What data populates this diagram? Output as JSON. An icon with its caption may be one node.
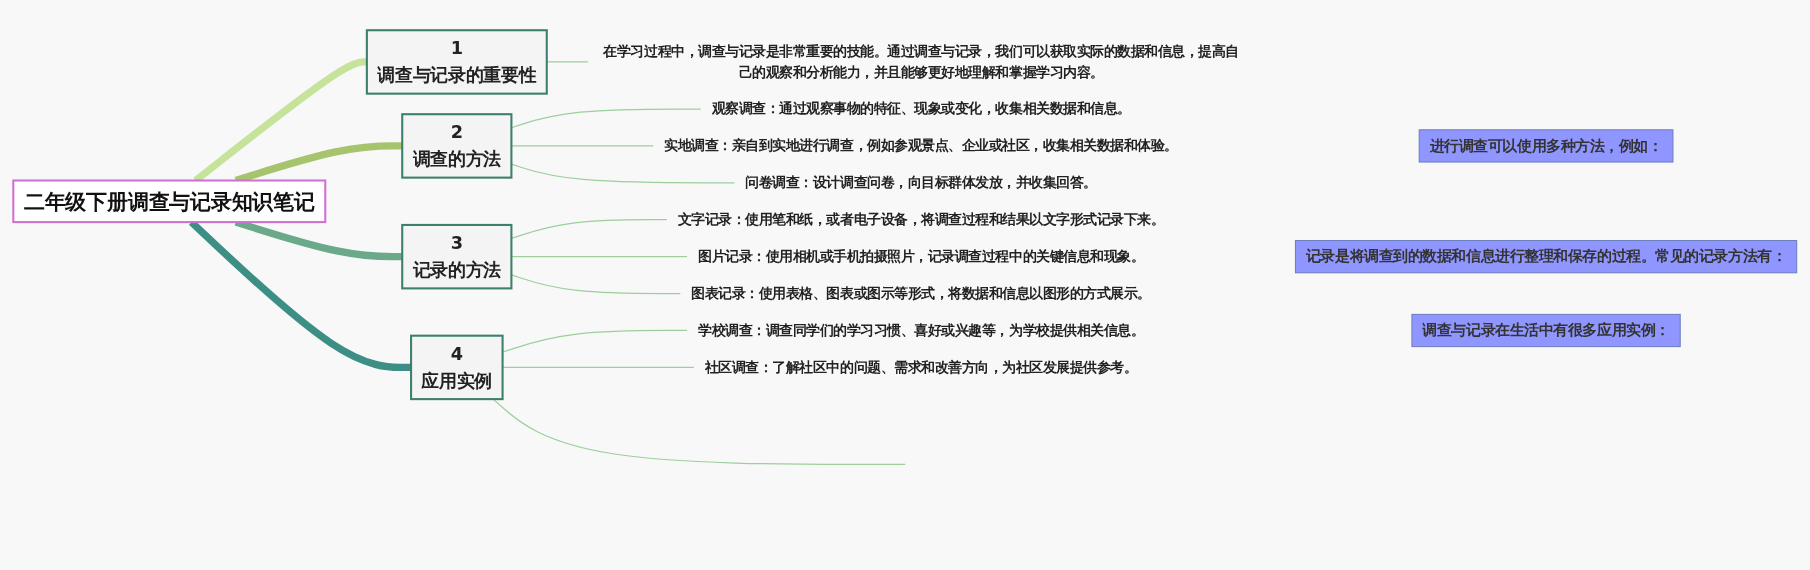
{
  "diagram": {
    "nodes": [
      {
        "text": [
          "二年级下册调查与记录知识笔记"
        ]
      },
      {
        "text": [
          "1",
          "调查与记录的重要性"
        ]
      },
      {
        "text": [
          "在学习过程中，调查与记录是非常重要的技能。通过调查与记录，我们可以获取实际的数据和信息，提高自己的观察和分析能力，并且能够更好地理解和掌握学习内容。"
        ]
      },
      {
        "text": [
          "2",
          "调查的方法"
        ]
      },
      {
        "text": [
          "观察调查：通过观察事物的特征、现象或变化，收集相关数据和信息。"
        ]
      },
      {
        "text": [
          "实地调查：亲自到实地进行调查，例如参观景点、企业或社区，收集相关数据和体验。"
        ]
      },
      {
        "text": [
          "问卷调查：设计调查问卷，向目标群体发放，并收集回答。"
        ]
      },
      {
        "text": [
          "进行调查可以使用多种方法，例如："
        ]
      },
      {
        "text": [
          "3",
          "记录的方法"
        ]
      },
      {
        "text": [
          "文字记录：使用笔和纸，或者电子设备，将调查过程和结果以文字形式记录下来。"
        ]
      },
      {
        "text": [
          "图片记录：使用相机或手机拍摄照片，记录调查过程中的关键信息和现象。"
        ]
      },
      {
        "text": [
          "图表记录：使用表格、图表或图示等形式，将数据和信息以图形的方式展示。"
        ]
      },
      {
        "text": [
          "记录是将调查到的数据和信息进行整理和保存的过程。常见的记录方法有："
        ]
      },
      {
        "text": [
          "4",
          "应用实例"
        ]
      },
      {
        "text": [
          "学校调查：调查同学们的学习习惯、喜好或兴趣等，为学校提供相关信息。"
        ]
      },
      {
        "text": [
          "社区调查：了解社区中的问题、需求和改善方向，为社区发展提供参考。"
        ]
      },
      {
        "text": [
          "调查与记录在生活中有很多应用实例："
        ]
      }
    ],
    "edges": [
      {
        "from": 0,
        "to": 1,
        "arrow": "none",
        "style": "thick",
        "color": "#c5e39a"
      },
      {
        "from": 1,
        "to": 2,
        "arrow": "none"
      },
      {
        "from": 0,
        "to": 3,
        "arrow": "none",
        "style": "thick",
        "color": "#a6c46e"
      },
      {
        "from": 3,
        "to": 4,
        "arrow": "none"
      },
      {
        "from": 3,
        "to": 5,
        "arrow": "none"
      },
      {
        "from": 3,
        "to": 6,
        "arrow": "none"
      },
      {
        "from": 0,
        "to": 8,
        "arrow": "none",
        "style": "thick",
        "color": "#6aaa8a"
      },
      {
        "from": 8,
        "to": 9,
        "arrow": "none"
      },
      {
        "from": 8,
        "to": 10,
        "arrow": "none"
      },
      {
        "from": 8,
        "to": 11,
        "arrow": "none"
      },
      {
        "from": 0,
        "to": 13,
        "arrow": "none",
        "style": "thick",
        "color": "#3d8f86"
      },
      {
        "from": 13,
        "to": 14,
        "arrow": "none"
      },
      {
        "from": 13,
        "to": 15,
        "arrow": "none"
      },
      {
        "from": 13,
        "to": null,
        "arrow": "none"
      }
    ]
  }
}
